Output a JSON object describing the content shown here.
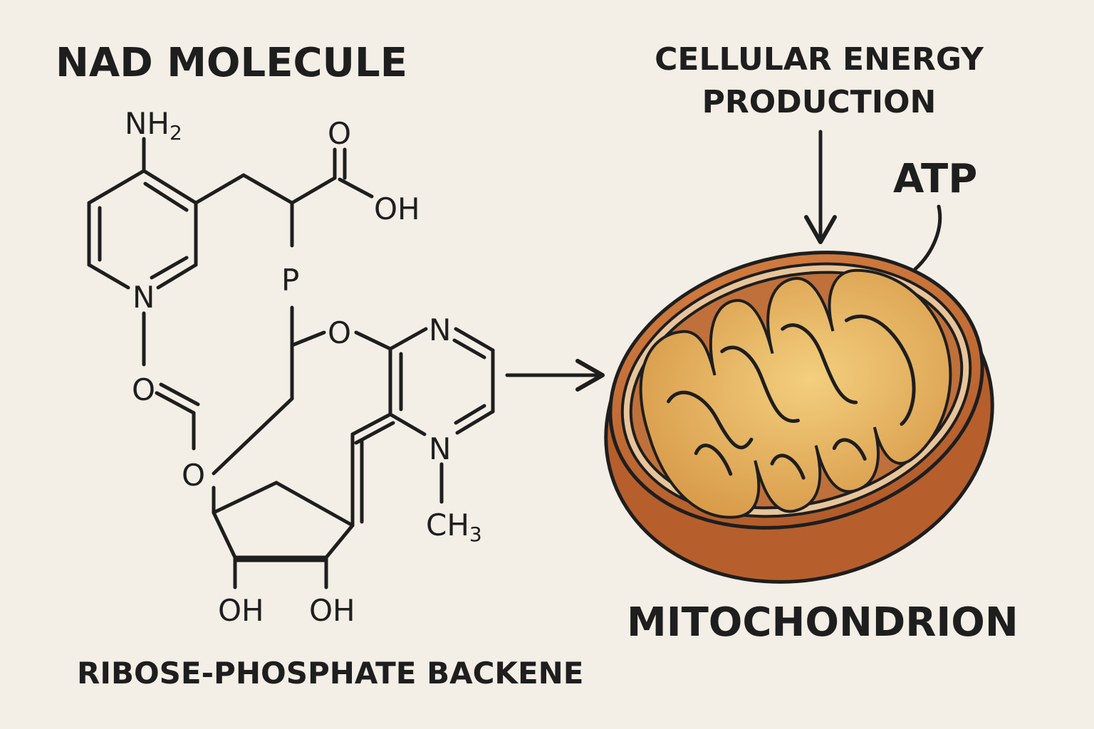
{
  "titles": {
    "molecule": "NAD MOLECULE",
    "energy_line1": "CELLULAR ENERGY",
    "energy_line2": "PRODUCTION",
    "atp": "ATP",
    "organelle": "MITOCHONDRION",
    "backbone": "RIBOSE-PHOSPHATE BACKENE"
  },
  "atoms": {
    "nh2_main": "NH",
    "nh2_sub": "2",
    "o_carbonyl": "O",
    "oh_acid": "OH",
    "p": "P",
    "n_pyridine": "N",
    "o_link": "O",
    "o_ester": "O",
    "o_ring": "O",
    "n_top": "N",
    "n_bottom": "N",
    "ch3_main": "CH",
    "ch3_sub": "3",
    "oh_left": "OH",
    "oh_right": "OH"
  },
  "colors": {
    "background": "#f3eee6",
    "ink": "#1e1e1e",
    "outer_membrane": "#c06a35",
    "outer_membrane_light": "#e8c49a",
    "inner_space": "#b8642e",
    "cristae": "#e4b45e",
    "cristae_light": "#f0cb78"
  }
}
